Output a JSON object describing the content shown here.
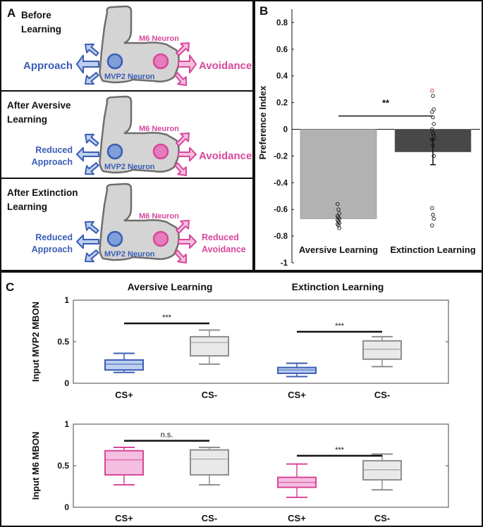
{
  "colors": {
    "blue": "#3b5db5",
    "blue_fill": "#bcd0f0",
    "pink": "#d8479a",
    "pink_fill": "#f4bfe0",
    "gray_box": "#8e8e8e",
    "gray_fill": "#e9e9e9",
    "bar_light": "#b2b2b2",
    "bar_dark": "#484848",
    "neuron_body": "#d4d4d4",
    "neuron_edge": "#6e6e6e"
  },
  "panel_a": {
    "letter": "A",
    "rows": [
      {
        "title_lines": [
          "Before",
          "Learning"
        ],
        "approach_lines": [
          "Approach"
        ],
        "avoidance_lines": [
          "Avoidance"
        ],
        "m6_label": "M6 Neuron",
        "mvp2_label": "MVP2 Neuron"
      },
      {
        "title_lines": [
          "After Aversive",
          "Learning"
        ],
        "approach_lines": [
          "Reduced",
          "Approach"
        ],
        "avoidance_lines": [
          "Avoidance"
        ],
        "m6_label": "M6 Neuron",
        "mvp2_label": "MVP2 Neuron"
      },
      {
        "title_lines": [
          "After Extinction",
          "Learning"
        ],
        "approach_lines": [
          "Reduced",
          "Approach"
        ],
        "avoidance_lines": [
          "Reduced",
          "Avoidance"
        ],
        "m6_label": "M6 Neuron",
        "mvp2_label": "MVP2 Neuron"
      }
    ]
  },
  "chart_data": [
    {
      "id": "B",
      "type": "bar",
      "panel_letter": "B",
      "ylabel": "Preference Index",
      "ylim": [
        -1,
        0.9
      ],
      "yticks": [
        0.8,
        0.6,
        0.4,
        0.2,
        0,
        -0.2,
        -0.4,
        -0.6,
        -0.8,
        -1
      ],
      "ytick_labels": [
        "0.8",
        "0.6",
        "0.4",
        "0.2",
        "0",
        "-0.2",
        "-0.4",
        "-0.6",
        "-0.8",
        "-1"
      ],
      "categories": [
        "Aversive Learning",
        "Extinction Learning"
      ],
      "values": [
        -0.67,
        -0.17
      ],
      "error": [
        null,
        0.095
      ],
      "points": [
        [
          -0.56,
          -0.6,
          -0.63,
          -0.65,
          -0.66,
          -0.67,
          -0.68,
          -0.69,
          -0.7,
          -0.71,
          -0.72,
          -0.74
        ],
        [
          0.29,
          0.25,
          0.15,
          0.13,
          0.09,
          0.04,
          0.0,
          -0.03,
          -0.05,
          -0.08,
          -0.12,
          -0.2,
          -0.59,
          -0.64,
          -0.67,
          -0.72
        ]
      ],
      "highlight_point": {
        "series": 1,
        "value": 0.29
      },
      "significance": {
        "label": "**",
        "y": 0.1
      }
    },
    {
      "id": "C-top",
      "type": "box",
      "panel_letter": "C",
      "ylabel": "Input MVP2 MBON",
      "ylim": [
        0,
        1
      ],
      "yticks": [
        0,
        0.5,
        1
      ],
      "ytick_labels": [
        "0",
        "0.5",
        "1"
      ],
      "group_titles": [
        "Aversive Learning",
        "Extinction Learning"
      ],
      "categories": [
        "CS+",
        "CS-",
        "CS+",
        "CS-"
      ],
      "boxes": [
        {
          "whisker_low": 0.13,
          "q1": 0.16,
          "median": 0.23,
          "q3": 0.28,
          "whisker_high": 0.36,
          "color": "blue"
        },
        {
          "whisker_low": 0.23,
          "q1": 0.33,
          "median": 0.49,
          "q3": 0.56,
          "whisker_high": 0.64,
          "color": "gray"
        },
        {
          "whisker_low": 0.08,
          "q1": 0.12,
          "median": 0.16,
          "q3": 0.19,
          "whisker_high": 0.24,
          "color": "blue"
        },
        {
          "whisker_low": 0.2,
          "q1": 0.29,
          "median": 0.41,
          "q3": 0.51,
          "whisker_high": 0.56,
          "color": "gray"
        }
      ],
      "significance": [
        {
          "pair": [
            0,
            1
          ],
          "label": "***",
          "y": 0.72
        },
        {
          "pair": [
            2,
            3
          ],
          "label": "***",
          "y": 0.62
        }
      ]
    },
    {
      "id": "C-bottom",
      "type": "box",
      "ylabel": "Input M6 MBON",
      "ylim": [
        0,
        1
      ],
      "yticks": [
        0,
        0.5,
        1
      ],
      "ytick_labels": [
        "0",
        "0.5",
        "1"
      ],
      "categories": [
        "CS+",
        "CS-",
        "CS+",
        "CS-"
      ],
      "boxes": [
        {
          "whisker_low": 0.27,
          "q1": 0.39,
          "median": 0.57,
          "q3": 0.68,
          "whisker_high": 0.72,
          "color": "pink"
        },
        {
          "whisker_low": 0.27,
          "q1": 0.39,
          "median": 0.58,
          "q3": 0.69,
          "whisker_high": 0.72,
          "color": "gray"
        },
        {
          "whisker_low": 0.12,
          "q1": 0.24,
          "median": 0.3,
          "q3": 0.36,
          "whisker_high": 0.52,
          "color": "pink"
        },
        {
          "whisker_low": 0.21,
          "q1": 0.33,
          "median": 0.45,
          "q3": 0.56,
          "whisker_high": 0.64,
          "color": "gray"
        }
      ],
      "significance": [
        {
          "pair": [
            0,
            1
          ],
          "label": "n.s.",
          "y": 0.8
        },
        {
          "pair": [
            2,
            3
          ],
          "label": "***",
          "y": 0.62
        }
      ]
    }
  ]
}
